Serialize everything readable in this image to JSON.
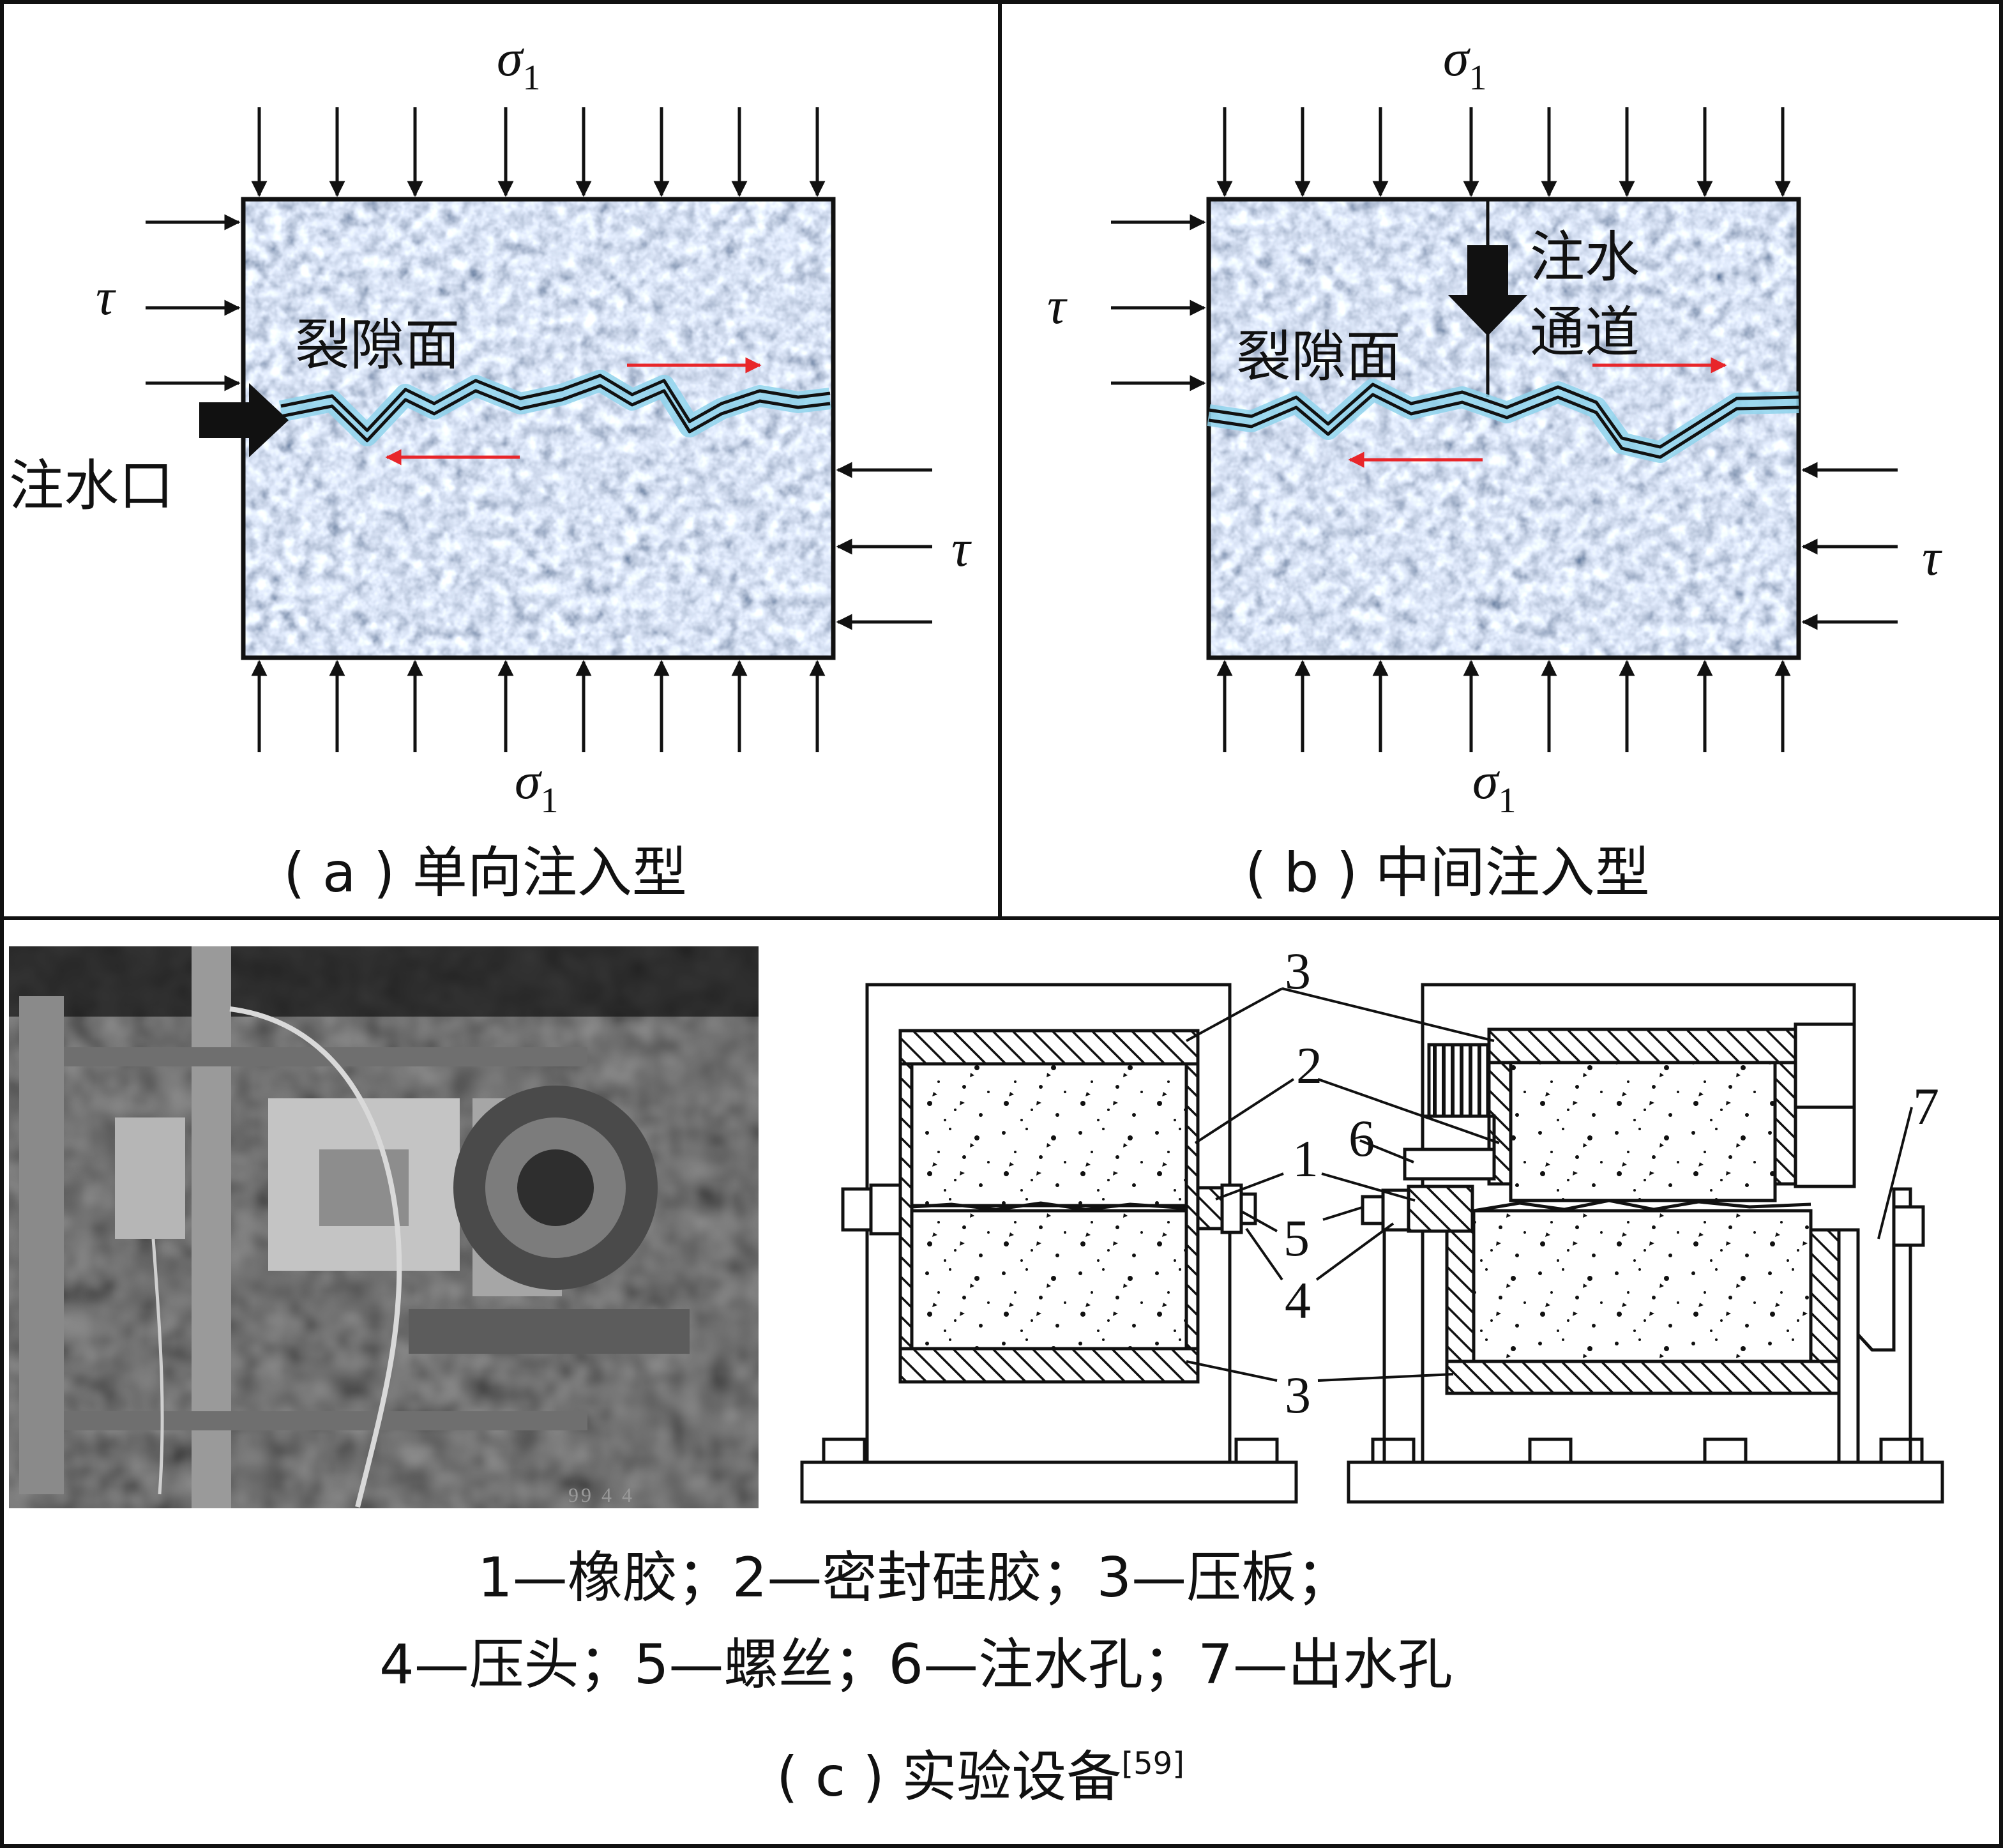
{
  "panel_a": {
    "sigma_top": "σ",
    "sigma_top_sub": "1",
    "sigma_bottom": "σ",
    "sigma_bottom_sub": "1",
    "tau_left": "τ",
    "tau_right": "τ",
    "fracture_label": "裂隙面",
    "inlet_label": "注水口",
    "caption": "( a ) 单向注入型"
  },
  "panel_b": {
    "sigma_top": "σ",
    "sigma_top_sub": "1",
    "sigma_bottom": "σ",
    "sigma_bottom_sub": "1",
    "tau_left": "τ",
    "tau_right": "τ",
    "fracture_label": "裂隙面",
    "channel_label_line1": "注水",
    "channel_label_line2": "通道",
    "caption": "( b ) 中间注入型"
  },
  "panel_c": {
    "photo_stamp": "99 4 4",
    "callouts": [
      "3",
      "2",
      "1",
      "6",
      "5",
      "4",
      "3",
      "7"
    ],
    "legend_line1": "1—橡胶；2—密封硅胶；3—压板；",
    "legend_line2": "4—压头；5—螺丝；6—注水孔；7—出水孔",
    "caption": "( c ) 实验设备",
    "caption_ref": "[59]"
  },
  "colors": {
    "line": "#111111",
    "flow_arrow": "#e8262a",
    "fracture_glow": "#8fd3ec",
    "rock_base": "#b9c2cc"
  }
}
